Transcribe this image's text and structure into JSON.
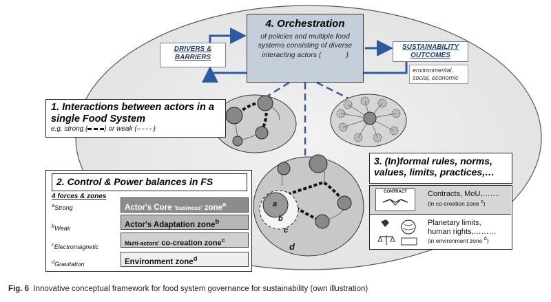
{
  "orchestration": {
    "title": "4. Orchestration",
    "body": "of policies and multiple food systems consisting of diverse interacting actors (",
    "body_end": ")"
  },
  "drivers": {
    "label": "DRIVERS & BARRIERS"
  },
  "sustainability": {
    "label": "SUSTAINABILITY OUTCOMES",
    "sub": "environmental, social, economic"
  },
  "box1": {
    "title": "1. Interactions between actors in a single Food System",
    "sub_prefix": "e.g. strong (",
    "sub_mid": ") or weak (",
    "sub_end": ")"
  },
  "box2": {
    "title": "2. Control & Power balances in FS",
    "forces_heading": "4 forces & zones",
    "forces": [
      {
        "sup": "a",
        "label": "Strong"
      },
      {
        "sup": "b",
        "label": "Weak"
      },
      {
        "sup": "c",
        "label": "Electromagnetic"
      },
      {
        "sup": "d",
        "label": "Gravitation"
      }
    ],
    "zones": [
      {
        "pre": "Actor's Core ",
        "small": "'business'",
        "post": " zone",
        "sup": "a"
      },
      {
        "pre": "Actor's Adaptation zone",
        "small": "",
        "post": "",
        "sup": "b"
      },
      {
        "pre": "",
        "small": "Multi-actors'",
        "post": " co-creation zone",
        "sup": "c"
      },
      {
        "pre": "Environment zone",
        "small": "",
        "post": "",
        "sup": "d"
      }
    ]
  },
  "box3": {
    "title": "3. (In)formal rules, norms, values, limits, practices,…",
    "contract_icon_label": "CONTRACT",
    "contracts_line": "Contracts, MoU,…….",
    "contracts_note": "(in co-creation zone ",
    "contracts_sup": "c",
    "contracts_note_end": ")",
    "env_line1": "Planetary limits,",
    "env_line2": "human rights,………",
    "env_note": "(in environment zone ",
    "env_sup": "d",
    "env_note_end": ")"
  },
  "circle_labels": {
    "a": "a",
    "b": "b",
    "c": "c",
    "d": "d"
  },
  "caption": {
    "fig": "Fig. 6",
    "text": "Innovative conceptual framework for food system governance for sustainability (own illustration)"
  },
  "colors": {
    "accent_blue": "#2c5aa0",
    "dashed_blue": "#3a5a8c"
  }
}
